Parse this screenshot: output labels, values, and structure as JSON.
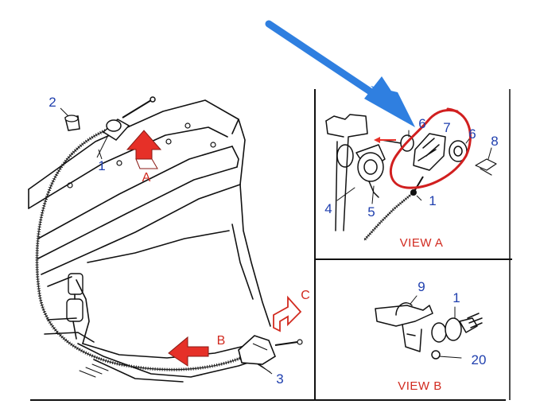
{
  "callouts": {
    "c1_main": "1",
    "c2": "2",
    "c3": "3",
    "c4": "4",
    "c5": "5",
    "c6_left": "6",
    "c7": "7",
    "c6_right": "6",
    "c8": "8",
    "c1_viewa": "1",
    "c9": "9",
    "c1_viewb": "1",
    "c20": "20"
  },
  "view_arrows": {
    "a": "A",
    "b": "B",
    "c": "C"
  },
  "panels": {
    "view_a": "VIEW A",
    "view_b": "VIEW B"
  },
  "colors": {
    "callout_text": "#1f3fae",
    "view_markers": "#d12a1f",
    "pointer_arrow": "#2f7fe0",
    "circle_annotation": "#d11f1f",
    "line_art": "#111111"
  }
}
